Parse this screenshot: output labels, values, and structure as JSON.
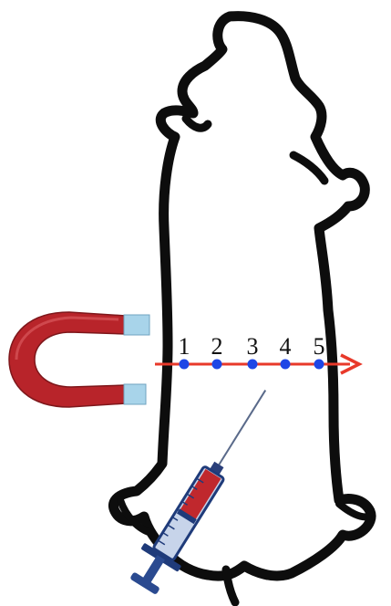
{
  "figure": {
    "subject": "mouse-outline",
    "colors": {
      "outline": "#0d0d0d",
      "arrow": "#e8392a",
      "points": "#1e46e6",
      "magnet_body": "#b8242a",
      "magnet_tips": "#a8d4ea",
      "syringe_barrel": "#1f3b7a",
      "syringe_fluid": "#c0282d"
    },
    "measurement_points": [
      {
        "label": "1"
      },
      {
        "label": "2"
      },
      {
        "label": "3"
      },
      {
        "label": "4"
      },
      {
        "label": "5"
      }
    ],
    "icons": [
      "magnet-icon",
      "syringe-icon",
      "arrow-icon"
    ]
  }
}
